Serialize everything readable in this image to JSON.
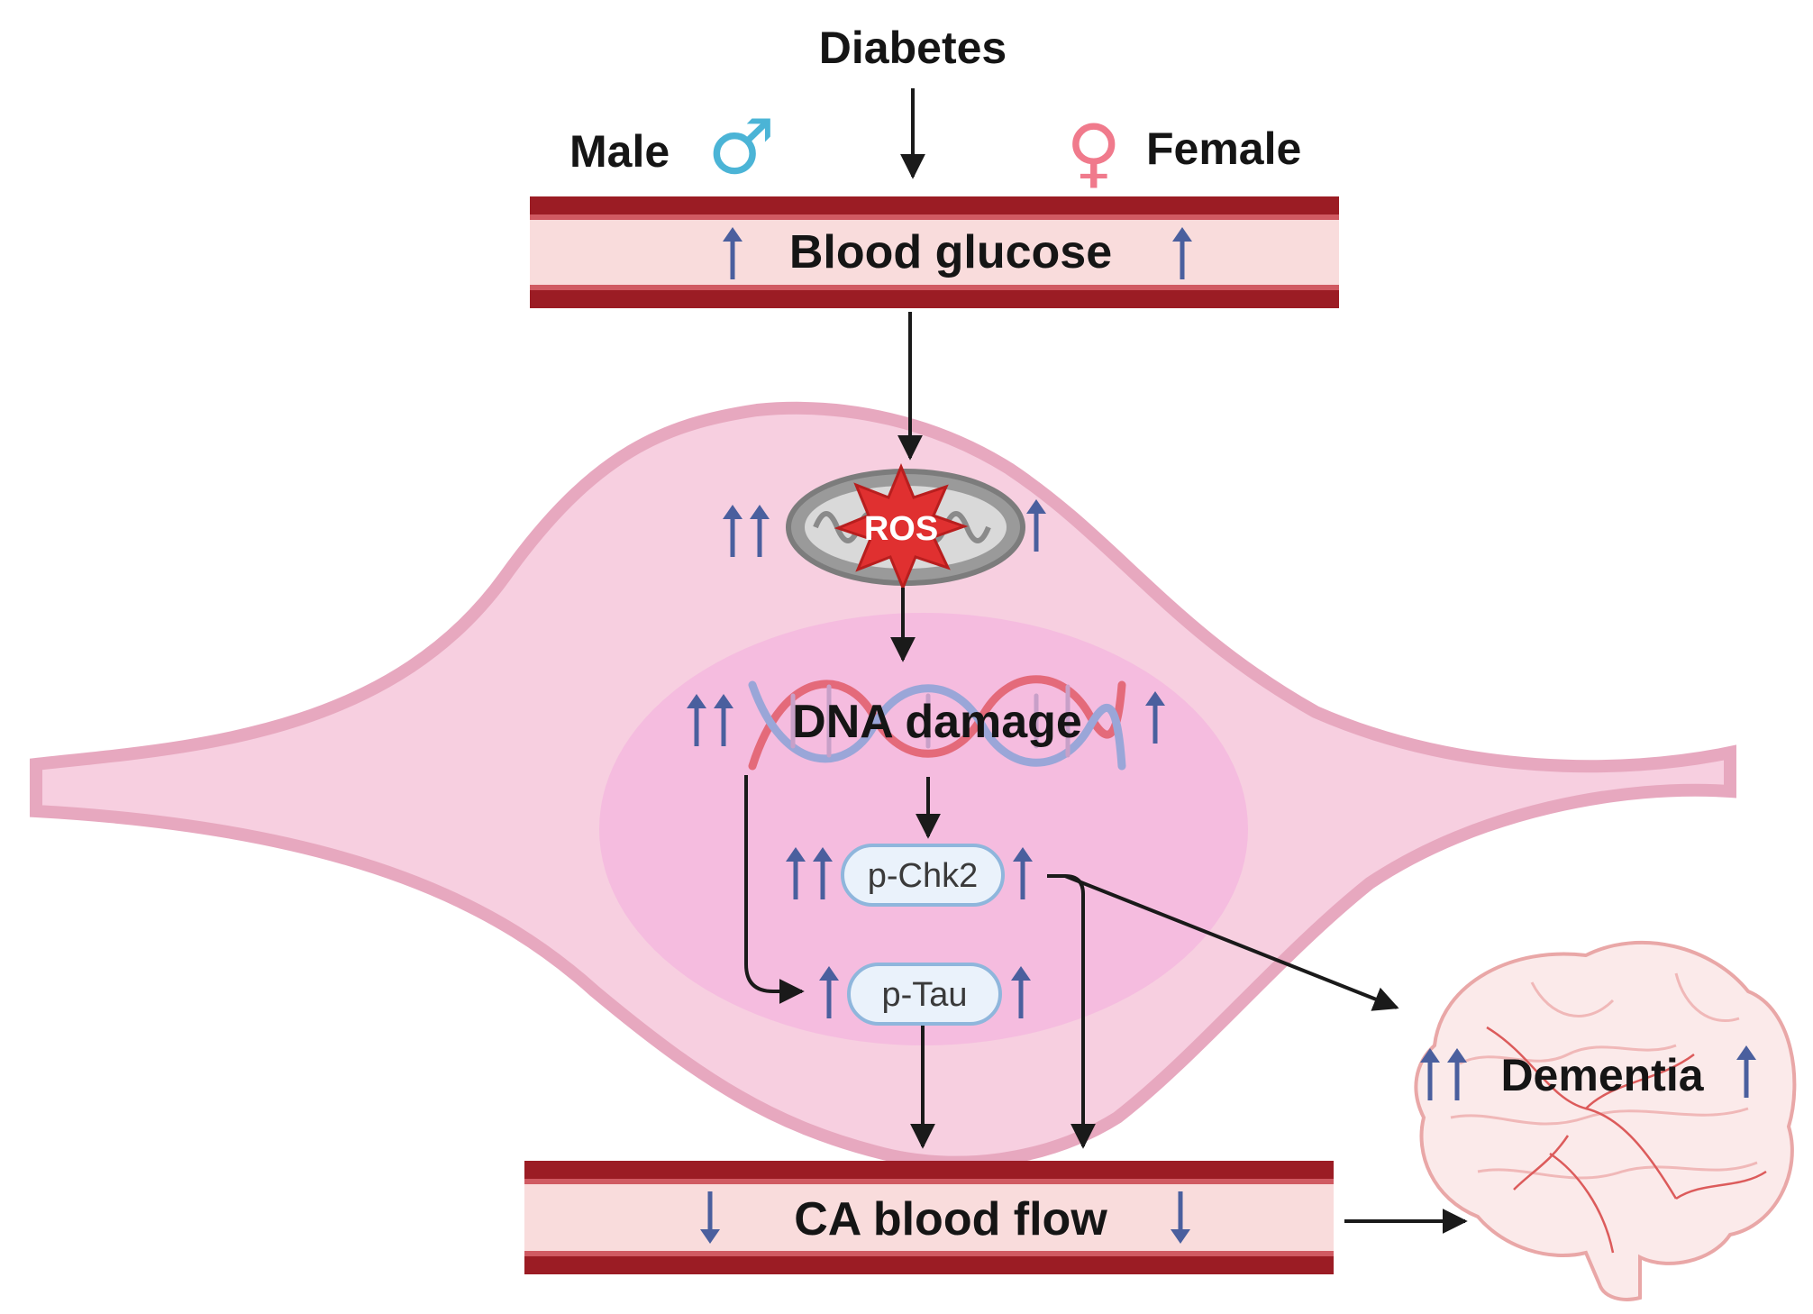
{
  "labels": {
    "diabetes": "Diabetes",
    "male": "Male",
    "female": "Female",
    "blood_glucose": "Blood glucose",
    "ros": "ROS",
    "dna_damage": "DNA damage",
    "p_chk2": "p-Chk2",
    "p_tau": "p-Tau",
    "ca_blood_flow": "CA blood flow",
    "dementia": "Dementia"
  },
  "symbols": {
    "male": "♂",
    "female": "♀"
  },
  "colors": {
    "vessel_wall": "#9b1c24",
    "vessel_lumen": "#f9dcdc",
    "cell_body": "#f7cfe0",
    "cell_border": "#e7a8bf",
    "nucleus": "#f5b8de",
    "up_down_arrow": "#4a5f9e",
    "flow_arrow": "#1a1a1a",
    "male_symbol": "#4bb4d6",
    "female_symbol": "#f07a8c",
    "ros_burst": "#e03030",
    "pill_fill": "#eaf2fb",
    "pill_border": "#8fb6dc"
  },
  "icons": {
    "mitochondrion": "mitochondrion-icon",
    "dna": "dna-helix-icon",
    "brain": "brain-icon"
  }
}
